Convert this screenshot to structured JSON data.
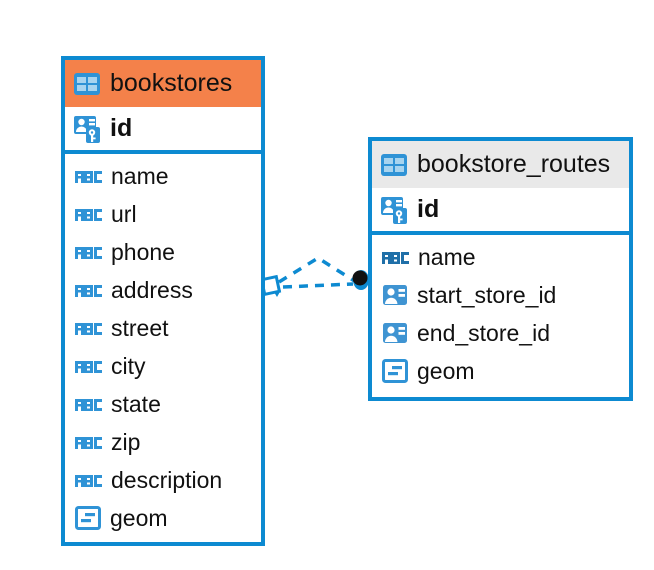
{
  "diagram": {
    "type": "entity-relationship-diagram",
    "background_color": "#ffffff",
    "accent_color": "#0d8ad1",
    "highlight_color": "#f4814a",
    "neutral_header_color": "#e9e9e9",
    "text_color": "#111111"
  },
  "tables": [
    {
      "name": "bookstores",
      "header_icon": "table-icon",
      "header_color": "#f4814a",
      "selected": true,
      "primary_key": {
        "label": "id",
        "icon": "primary-key-icon"
      },
      "fields": [
        {
          "label": "name",
          "icon": "abc-icon",
          "type": "text"
        },
        {
          "label": "url",
          "icon": "abc-icon",
          "type": "text"
        },
        {
          "label": "phone",
          "icon": "abc-icon",
          "type": "text"
        },
        {
          "label": "address",
          "icon": "abc-icon",
          "type": "text"
        },
        {
          "label": "street",
          "icon": "abc-icon",
          "type": "text"
        },
        {
          "label": "city",
          "icon": "abc-icon",
          "type": "text"
        },
        {
          "label": "state",
          "icon": "abc-icon",
          "type": "text"
        },
        {
          "label": "zip",
          "icon": "abc-icon",
          "type": "text"
        },
        {
          "label": "description",
          "icon": "abc-icon",
          "type": "text"
        },
        {
          "label": "geom",
          "icon": "geometry-icon",
          "type": "geometry"
        }
      ]
    },
    {
      "name": "bookstore_routes",
      "header_icon": "table-icon",
      "header_color": "#e9e9e9",
      "selected": false,
      "primary_key": {
        "label": "id",
        "icon": "primary-key-icon"
      },
      "fields": [
        {
          "label": "name",
          "icon": "abc-icon",
          "type": "text"
        },
        {
          "label": "start_store_id",
          "icon": "foreign-key-icon",
          "type": "reference"
        },
        {
          "label": "end_store_id",
          "icon": "foreign-key-icon",
          "type": "reference"
        },
        {
          "label": "geom",
          "icon": "geometry-icon",
          "type": "geometry"
        }
      ]
    }
  ],
  "relationship": {
    "style": "dashed",
    "color": "#0d8ad1",
    "source_marker": "diamond-crowfoot-marker",
    "target_marker": "filled-circle-marker",
    "count": 2
  }
}
